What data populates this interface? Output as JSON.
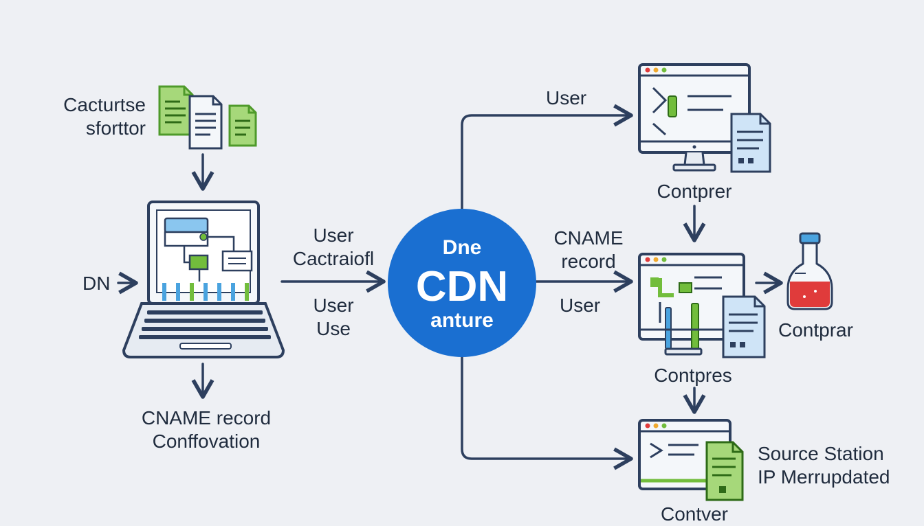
{
  "labels": {
    "source_top": [
      "Cacturtse",
      "sforttor"
    ],
    "dn": "DN",
    "cname_bottom": [
      "CNAME record",
      "Conffovation"
    ],
    "left_arrow_top": [
      "User",
      "Cactraiofl"
    ],
    "left_arrow_bottom": [
      "User",
      "Use"
    ],
    "cdn_line1": "Dne",
    "cdn_line2": "CDN",
    "cdn_line3": "anture",
    "top_branch": "User",
    "mid_branch": [
      "CNAME",
      "record"
    ],
    "mid_branch_bottom": "User",
    "node_top": "Contprer",
    "node_mid": "Contpres",
    "bottle": "Contprar",
    "source_station": [
      "Source Station",
      "IP Merrupdated"
    ],
    "node_bottom_cut": "Contver"
  },
  "colors": {
    "background": "#eef0f4",
    "line": "#2d3f5e",
    "cdn_blue": "#1a6fd1",
    "green": "#72bd3c",
    "blue_accent": "#4aa3df",
    "red_liquid": "#e03b3b"
  },
  "icons": [
    "document-stack-icon",
    "laptop-icon",
    "monitor-icon",
    "document-icon",
    "flask-icon"
  ]
}
